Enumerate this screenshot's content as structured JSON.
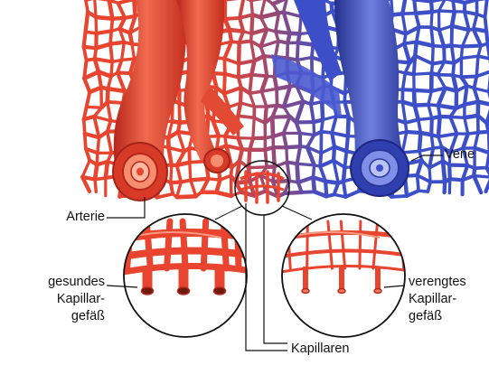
{
  "labels": {
    "vene": "Vene",
    "arterie": "Arterie",
    "kapillaren": "Kapillaren",
    "healthy": [
      "gesundes",
      "Kapillar-",
      "gefäß"
    ],
    "narrowed": [
      "verengtes",
      "Kapillar-",
      "gefäß"
    ]
  },
  "colors": {
    "artery": "#e8442f",
    "artery_dark": "#b8261a",
    "vein": "#3d4fc8",
    "vein_dark": "#222f8c",
    "leader": "#111111"
  }
}
